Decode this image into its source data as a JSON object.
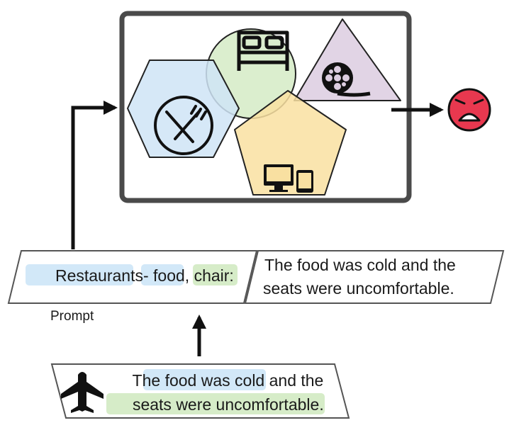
{
  "prompt": {
    "parts": [
      {
        "text": "Restaurants",
        "highlight": "blue"
      },
      {
        "text": "- ",
        "highlight": "none"
      },
      {
        "text": "food",
        "highlight": "blue"
      },
      {
        "text": ", ",
        "highlight": "none"
      },
      {
        "text": "chair:",
        "highlight": "green"
      }
    ],
    "caption": "Prompt"
  },
  "output": {
    "line1": "The food was cold and the",
    "line2": "seats were uncomfortable."
  },
  "input": {
    "icon": "airplane-icon",
    "line1": [
      {
        "text": "The ",
        "highlight": "none"
      },
      {
        "text": "food was cold",
        "highlight": "blue"
      },
      {
        "text": " and the",
        "highlight": "none"
      }
    ],
    "line2": [
      {
        "text": "seats were uncomfortable",
        "highlight": "green"
      },
      {
        "text": ".",
        "highlight": "none"
      }
    ]
  },
  "domains": [
    {
      "name": "restaurants",
      "shape": "hexagon",
      "icon": "utensils-icon",
      "color": "#cfe4f6"
    },
    {
      "name": "hotels",
      "shape": "circle",
      "icon": "bed-icon",
      "color": "#d5ebc6"
    },
    {
      "name": "movies",
      "shape": "triangle",
      "icon": "film-reel-icon",
      "color": "#dccde0"
    },
    {
      "name": "electronics",
      "shape": "pentagon",
      "icon": "devices-icon",
      "color": "#f9e0a1"
    }
  ],
  "result": {
    "icon": "upset-face-icon",
    "color": "#e8384f"
  },
  "colors": {
    "highlight_blue": "#d2e8f8",
    "highlight_green": "#d6ecc8",
    "frame": "#4a4a4a",
    "arrow": "#111111"
  }
}
